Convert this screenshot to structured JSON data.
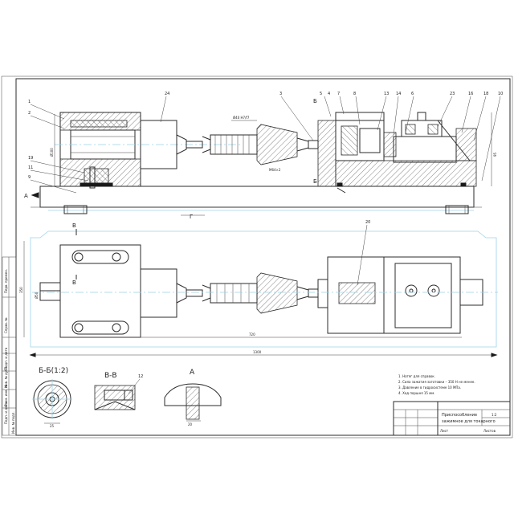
{
  "callouts": {
    "front": [
      "1",
      "2",
      "24",
      "3",
      "5",
      "4",
      "7",
      "8",
      "13",
      "14",
      "6",
      "23",
      "16",
      "18",
      "10",
      "19",
      "11",
      "9"
    ],
    "plan": [
      "20"
    ]
  },
  "dims": {
    "dim_left_v": "Ø100",
    "dim_right_v": "95",
    "dim_plan_v": "350",
    "dim_plan_small": "Ø50",
    "dim_total": "1300",
    "dim_inner": "720",
    "dim_top_a": "Ø40 Н7/f7",
    "dim_front_note": "М64×2"
  },
  "sections": {
    "section_bb_title": "Б-Б(1:2)",
    "section_vv_title": "В-В",
    "view_a_title": "А",
    "label_b": "Б",
    "label_v_top": "В",
    "label_v_bottom": "В",
    "label_a": "А",
    "label_g": "Г",
    "sec_vv_callout": "12",
    "view_a_dim": "20",
    "sec_bb_dim": "25"
  },
  "notes": [
    "1. Натяг для справок.",
    "2. Сила зажатия заготовки – 350 Н не менее.",
    "3. Давление в гидросистеме 10 МПа.",
    "4. Ход поршня 15 мм."
  ],
  "title_block": {
    "name_line1": "Приспособление",
    "name_line2": "зажимное для токарного",
    "scale": "1:2",
    "mass": "",
    "sheet": "Лист",
    "sheets": "Листов"
  },
  "side_stamp": [
    "Перв. примен.",
    "Справ. №",
    "Подп. и дата",
    "Инв. № дубл.",
    "Взам. инв. №",
    "Подп. и дата",
    "Инв. № подл."
  ]
}
